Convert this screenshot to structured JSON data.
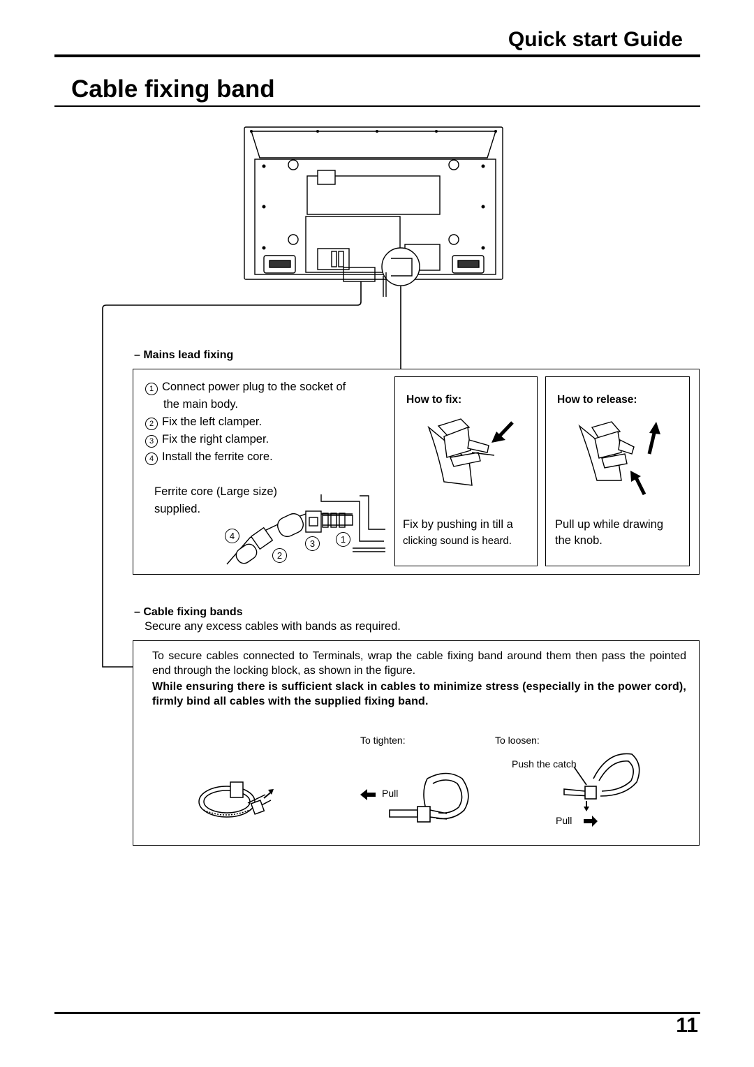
{
  "header": {
    "title": "Quick start Guide"
  },
  "page_title": "Cable fixing band",
  "mains_lead": {
    "heading": "– Mains lead fixing",
    "steps": [
      {
        "num": "1",
        "text": "Connect power plug to the socket of"
      },
      {
        "num": "",
        "text": "the main body."
      },
      {
        "num": "2",
        "text": "Fix the left clamper."
      },
      {
        "num": "3",
        "text": "Fix the right clamper."
      },
      {
        "num": "4",
        "text": "Install the ferrite core."
      }
    ],
    "ferrite_line1": "Ferrite core (Large size)",
    "ferrite_line2": "supplied.",
    "marks": [
      "4",
      "3",
      "1",
      "2"
    ],
    "how_to_fix": {
      "title": "How to fix:",
      "caption1": "Fix by pushing in till a",
      "caption2": "clicking sound is heard."
    },
    "how_to_release": {
      "title": "How to release:",
      "caption1": "Pull up while drawing",
      "caption2": "the knob."
    }
  },
  "cable_bands": {
    "heading": "– Cable fixing bands",
    "subtext": "Secure any excess cables with bands as required.",
    "para1": "To secure cables connected to Terminals, wrap the cable fixing band around them then pass the pointed end through the locking block, as shown in the figure.",
    "para2": "While ensuring there is sufficient slack in cables to minimize stress (especially in the power cord), firmly bind all cables with the supplied fixing band.",
    "to_tighten": "To tighten:",
    "to_loosen": "To loosen:",
    "pull_left": "Pull",
    "push_catch": "Push the catch",
    "pull_right": "Pull"
  },
  "page_number": "11"
}
